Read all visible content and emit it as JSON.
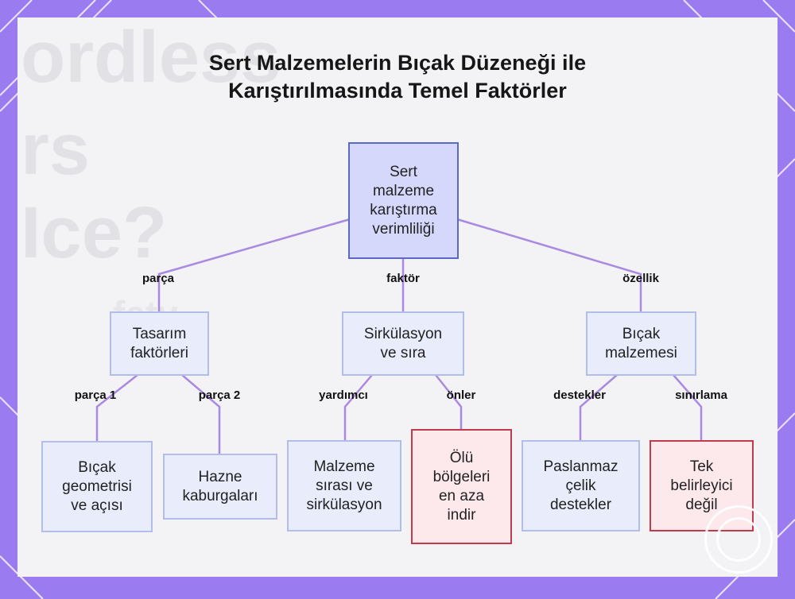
{
  "title": {
    "line1": "Sert Malzemelerin Bıçak Düzeneği ile",
    "line2": "Karıştırılmasında Temel Faktörler"
  },
  "background": {
    "ghost": [
      "ordless",
      "rs",
      "Ice?",
      "fety"
    ]
  },
  "nodes": {
    "root": "Sert\nmalzeme\nkarıştırma\nverimliliği",
    "design": "Tasarım\nfaktörleri",
    "circulation": "Sirkülasyon\nve sıra",
    "blade_material": "Bıçak\nmalzemesi",
    "blade_geometry": "Bıçak\ngeometrisi\nve açısı",
    "jar_ribs": "Hazne\nkaburgaları",
    "material_order": "Malzeme\nsırası ve\nsirkülasyon",
    "dead_zones": "Ölü\nbölgeleri\nen aza\nindir",
    "stainless": "Paslanmaz\nçelik\ndestekler",
    "not_single": "Tek\nbelirleyici\ndeğil"
  },
  "edges": {
    "root_design": "parça",
    "root_circulation": "faktör",
    "root_material": "özellik",
    "design_geometry": "parça 1",
    "design_ribs": "parça 2",
    "circ_order": "yardımcı",
    "circ_dead": "önler",
    "mat_stainless": "destekler",
    "mat_limit": "sınırlama"
  },
  "colors": {
    "frame": "#9b7cf0",
    "panel": "#f3f3f6",
    "link": "#a88ae0",
    "root_fill": "#d5d8fb",
    "root_border": "#5b68c4",
    "node_fill": "#e8ecfb",
    "node_border": "#b2bde8",
    "warn_fill": "#fde8ec",
    "warn_border": "#c23b4b"
  }
}
